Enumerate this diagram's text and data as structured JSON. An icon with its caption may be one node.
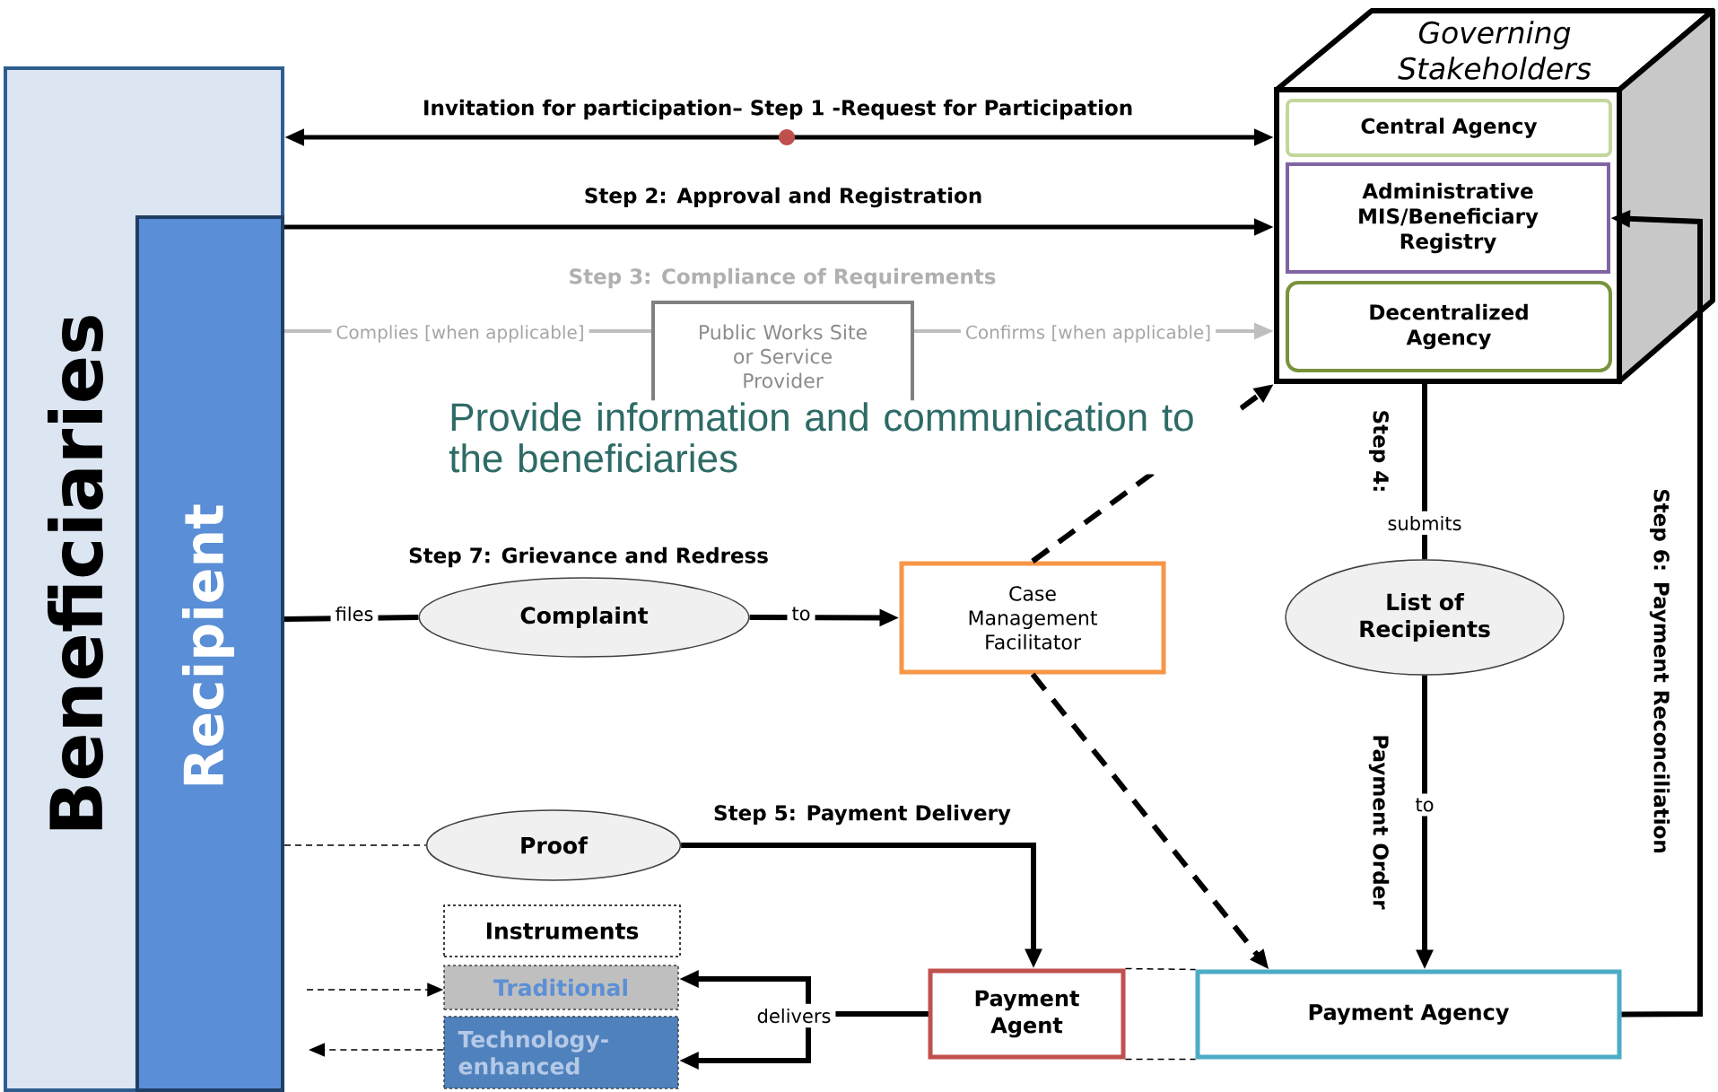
{
  "diagram": {
    "nodes": [
      {
        "text": [
          "Beneficiaries"
        ]
      },
      {
        "text": [
          "Recipient"
        ],
        "in": 0
      },
      {
        "text": [
          "Governing Stakeholders"
        ]
      },
      {
        "text": [
          "Central Agency"
        ],
        "in": 2
      },
      {
        "text": [
          "Administrative MIS/Beneficiary Registry"
        ],
        "in": 2
      },
      {
        "text": [
          "Decentralized Agency"
        ],
        "in": 2
      },
      {
        "text": [
          "Public Works Site or Service Provider"
        ]
      },
      {
        "text": [
          "Complaint"
        ]
      },
      {
        "text": [
          "Case Management Facilitator"
        ]
      },
      {
        "text": [
          "List of Recipients"
        ]
      },
      {
        "text": [
          "Proof"
        ]
      },
      {
        "text": [
          "Instruments"
        ]
      },
      {
        "text": [
          "Traditional"
        ]
      },
      {
        "text": [
          "Technology-enhanced"
        ]
      },
      {
        "text": [
          "Payment Agent"
        ]
      },
      {
        "text": [
          "Payment Agency"
        ]
      }
    ],
    "edges": [
      {
        "from": 0,
        "to": 2,
        "arrow": "both",
        "label": "Invitation for participation– Step 1 -Request for Participation"
      },
      {
        "from": 1,
        "to": 2,
        "arrow": "to",
        "label": "Step 2: Approval and Registration"
      },
      {
        "from": 1,
        "to": 6,
        "arrow": "none",
        "label": "Complies [when applicable]",
        "color": "#bfbfbf"
      },
      {
        "from": 6,
        "to": 2,
        "arrow": "to",
        "label": "Confirms [when applicable]",
        "color": "#bfbfbf"
      },
      {
        "from": 1,
        "to": 7,
        "arrow": "none",
        "label": "files"
      },
      {
        "from": 7,
        "to": 8,
        "arrow": "to",
        "label": "to"
      },
      {
        "from": 8,
        "to": 2,
        "arrow": "to",
        "style": "dashed"
      },
      {
        "from": 8,
        "to": 15,
        "arrow": "to",
        "style": "dashed"
      },
      {
        "from": 2,
        "to": 9,
        "arrow": "none",
        "label": "submits"
      },
      {
        "from": 9,
        "to": 15,
        "arrow": "to",
        "label": "to"
      },
      {
        "from": 15,
        "to": 4,
        "arrow": "to",
        "label": "Step 6: Payment Reconciliation"
      },
      {
        "from": 10,
        "to": 14,
        "arrow": "to",
        "label": "Step 5: Payment Delivery"
      },
      {
        "from": 1,
        "to": 10,
        "arrow": "none",
        "style": "dashed"
      },
      {
        "from": 14,
        "to": 12,
        "arrow": "to",
        "label": "delivers"
      },
      {
        "from": 14,
        "to": 13,
        "arrow": "to"
      },
      {
        "from": null,
        "to": 12,
        "arrow": "to",
        "style": "dashed"
      },
      {
        "from": 13,
        "to": null,
        "arrow": "to",
        "style": "dashed"
      },
      {
        "from": 14,
        "to": 15,
        "arrow": "none",
        "style": "dashed"
      },
      {
        "from": 14,
        "to": 15,
        "arrow": "none",
        "style": "dashed"
      }
    ],
    "labels": [
      "Step 3: Compliance of Requirements",
      "Provide information and communication to the beneficiaries",
      "Step 7: Grievance and Redress",
      "Step 4:",
      "Payment Order"
    ]
  }
}
